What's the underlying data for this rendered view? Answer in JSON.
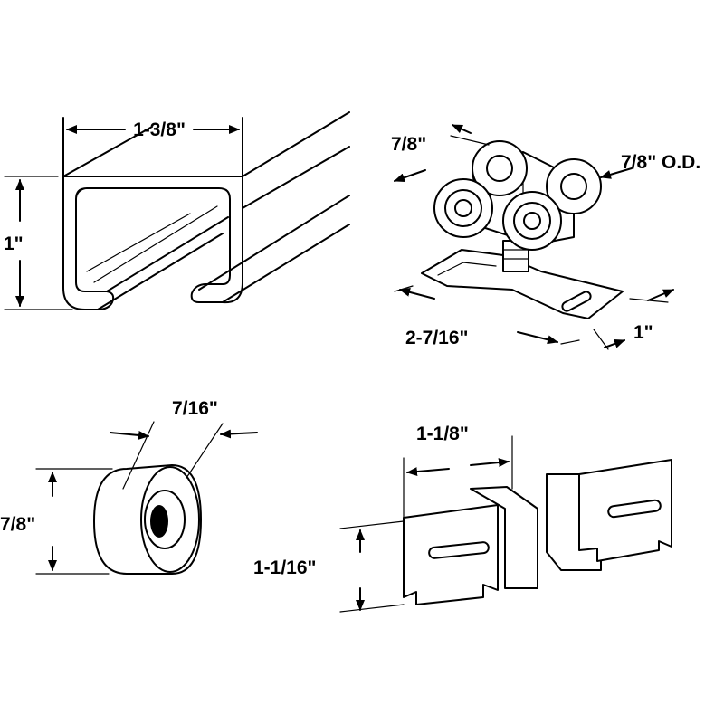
{
  "dimensions": {
    "track_width": "1-3/8\"",
    "track_height": "1\"",
    "hanger_wheel_spacing": "7/8\"",
    "hanger_wheel_od": "7/8\" O.D.",
    "hanger_plate_length": "2-7/16\"",
    "hanger_plate_width": "1\"",
    "bumper_width": "7/16\"",
    "bumper_height": "7/8\"",
    "guide_width": "1-1/8\"",
    "guide_height": "1-1/16\""
  },
  "colors": {
    "line": "#000000",
    "background": "#ffffff"
  }
}
